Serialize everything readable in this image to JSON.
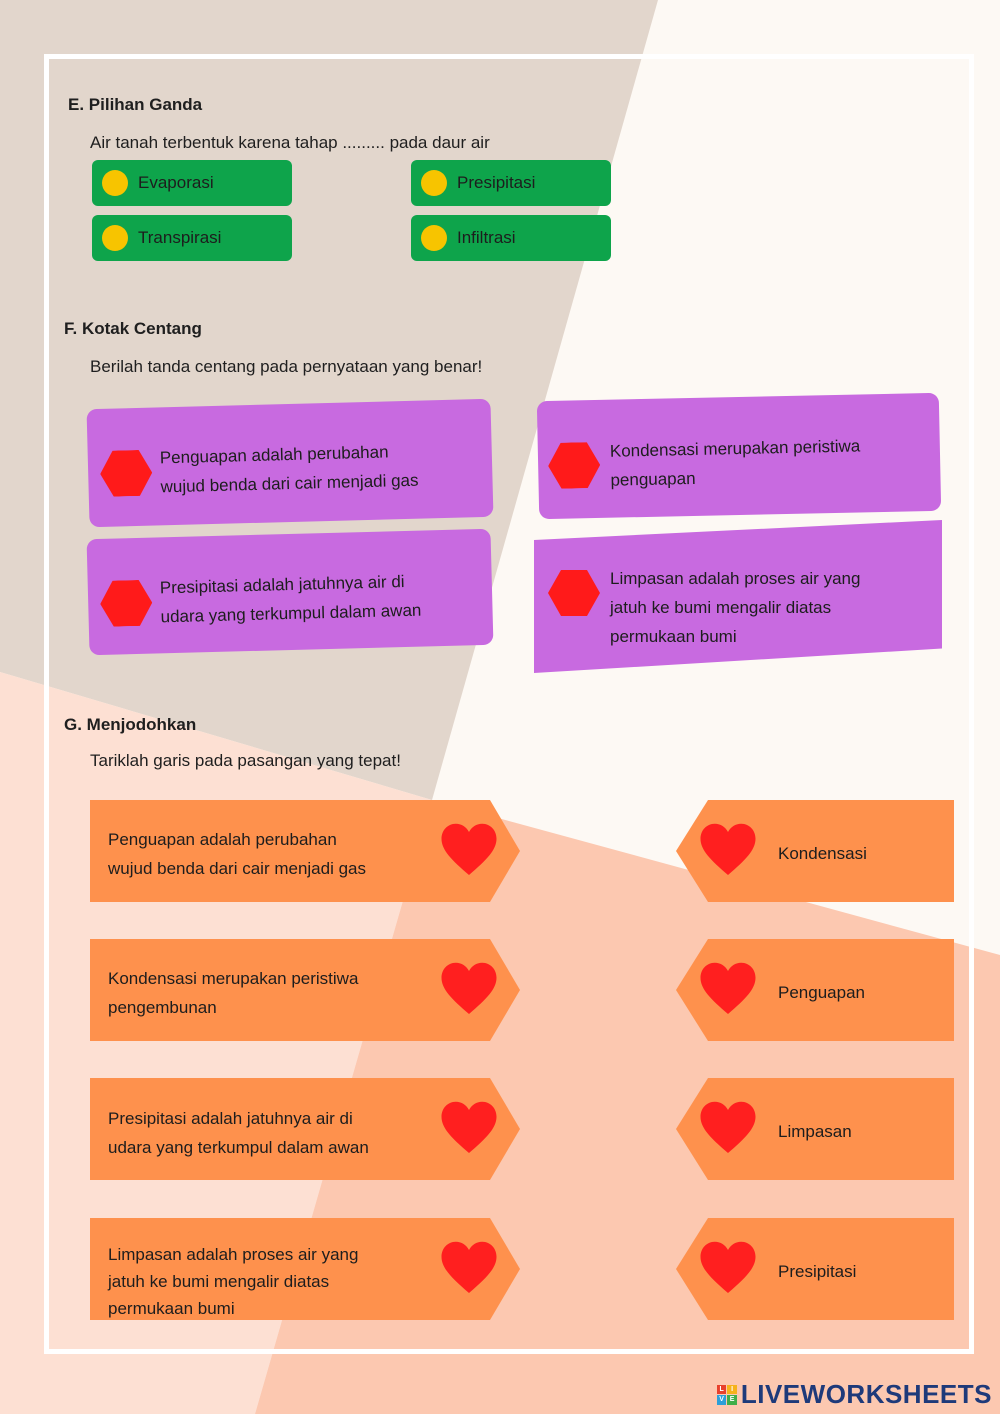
{
  "section_e": {
    "heading": "E.  Pilihan Ganda",
    "question": "Air tanah terbentuk karena tahap ......... pada daur air",
    "options": [
      "Evaporasi",
      "Presipitasi",
      "Transpirasi",
      "Infiltrasi"
    ]
  },
  "section_f": {
    "heading": "F.  Kotak Centang",
    "instruction": "Berilah tanda centang pada pernyataan yang benar!",
    "statements": [
      {
        "line1": "Penguapan adalah perubahan",
        "line2": "wujud benda dari cair menjadi gas",
        "line3": ""
      },
      {
        "line1": "Kondensasi merupakan peristiwa",
        "line2": "penguapan",
        "line3": ""
      },
      {
        "line1": "Presipitasi adalah jatuhnya air di",
        "line2": "udara yang terkumpul dalam awan",
        "line3": ""
      },
      {
        "line1": "Limpasan adalah proses air yang",
        "line2": "jatuh ke bumi mengalir diatas",
        "line3": "permukaan bumi"
      }
    ]
  },
  "section_g": {
    "heading": "G.  Menjodohkan",
    "instruction": "Tariklah garis pada pasangan yang tepat!",
    "left_items": [
      {
        "line1": "Penguapan adalah perubahan",
        "line2": "wujud benda dari cair menjadi gas",
        "line3": ""
      },
      {
        "line1": "Kondensasi merupakan peristiwa",
        "line2": "pengembunan",
        "line3": ""
      },
      {
        "line1": "Presipitasi adalah jatuhnya air di",
        "line2": "udara yang terkumpul dalam awan",
        "line3": ""
      },
      {
        "line1": "Limpasan adalah proses air yang",
        "line2": "jatuh ke bumi mengalir diatas",
        "line3": "permukaan bumi"
      }
    ],
    "right_items": [
      "Kondensasi",
      "Penguapan",
      "Limpasan",
      "Presipitasi"
    ]
  },
  "colors": {
    "mc_option": "#0ea44b",
    "radio_dot": "#f7c400",
    "checkbox_card": "#c86ae0",
    "checkbox_hex": "#ff1a1a",
    "match_card": "#fe914d",
    "heart": "#ff1f1f"
  },
  "icons": {
    "radio": "circle-icon",
    "checkbox": "hexagon-icon",
    "match_point": "heart-icon"
  },
  "brand": {
    "logo_text": "LIVEWORKSHEETS",
    "logo_letters": [
      "L",
      "I",
      "V",
      "E"
    ]
  }
}
